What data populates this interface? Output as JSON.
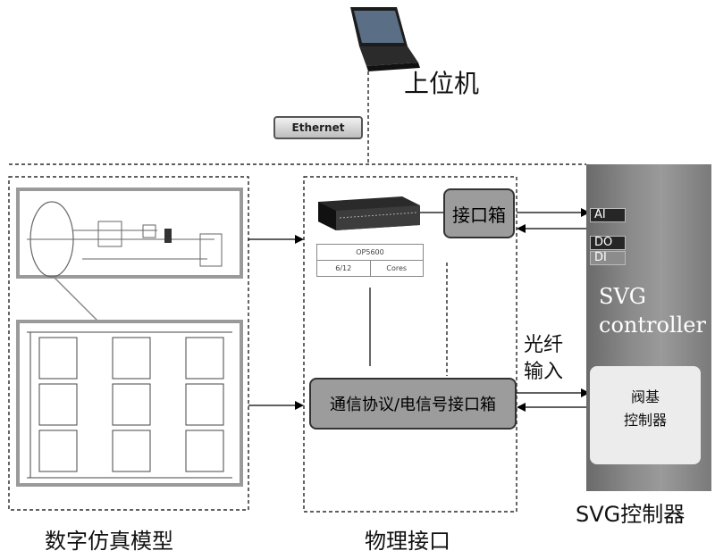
{
  "host": {
    "label": "上位机"
  },
  "ethernet": {
    "label": "Ethernet"
  },
  "interface_box": {
    "label": "接口箱"
  },
  "opal": {
    "model": "OP5600",
    "io": "6/12",
    "cores": "Cores"
  },
  "comm_box": {
    "label": "通信协议/电信号接口箱"
  },
  "svg_controller": {
    "ports": [
      "AI",
      "DO",
      "DI"
    ],
    "title_line1": "SVG",
    "title_line2": "controller",
    "valve_line1": "阀基",
    "valve_line2": "控制器"
  },
  "fiber": {
    "line1": "光纤",
    "line2": "输入"
  },
  "captions": {
    "model": "数字仿真模型",
    "physical": "物理接口",
    "svg": "SVG控制器"
  }
}
